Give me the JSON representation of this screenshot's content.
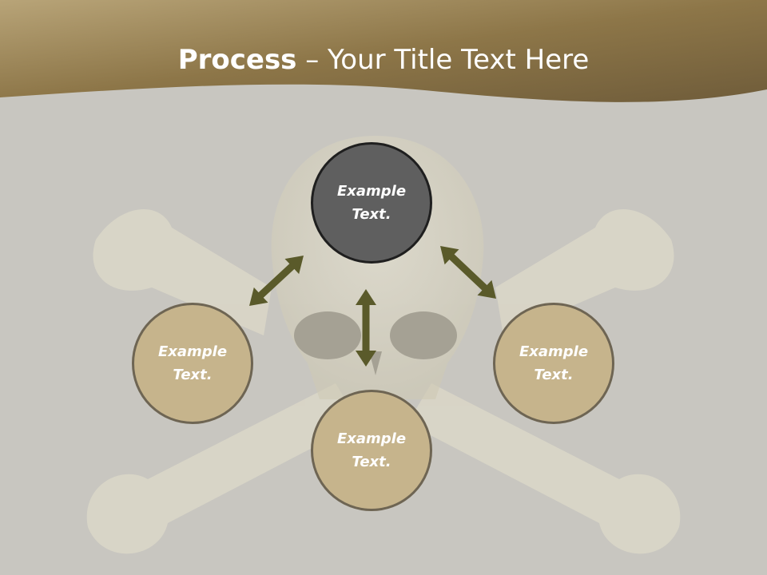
{
  "title": {
    "bold": "Process",
    "rest": " – Your Title Text Here"
  },
  "nodes": [
    {
      "label": "Example\nText.",
      "style": "dark"
    },
    {
      "label": "Example\nText.",
      "style": "tan"
    },
    {
      "label": "Example\nText.",
      "style": "tan"
    },
    {
      "label": "Example\nText.",
      "style": "tan"
    }
  ],
  "colors": {
    "header_band": "#9a8455",
    "background": "#c8c6c0",
    "arrow": "#5a5a2a",
    "node_dark": "#5f5f5f",
    "node_tan": "#c6b48c"
  }
}
